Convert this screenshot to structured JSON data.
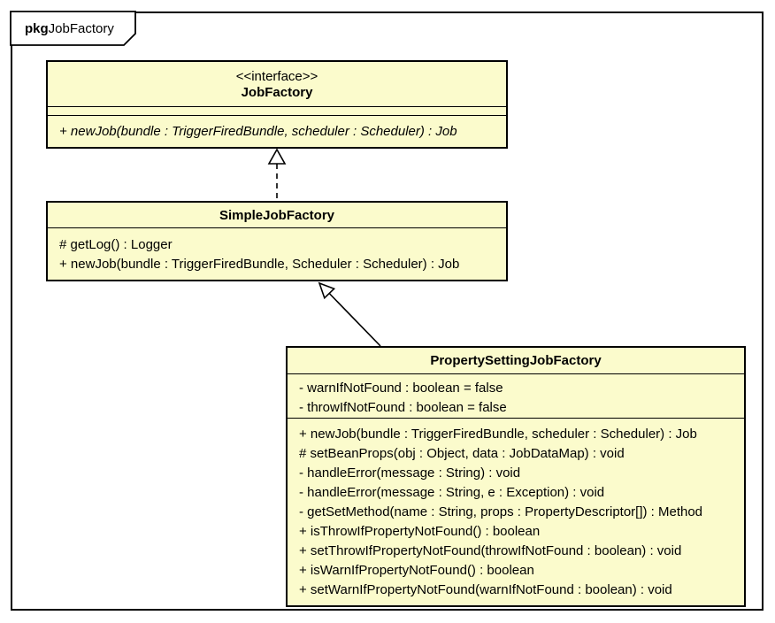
{
  "frame": {
    "keyword": "pkg",
    "name": "JobFactory"
  },
  "colors": {
    "class_fill": "#fbfbcc",
    "border": "#000000",
    "background": "#ffffff"
  },
  "classes": {
    "interface_class": {
      "stereotype": "<<interface>>",
      "name": "JobFactory",
      "attributes": [],
      "methods": [
        "+ newJob(bundle : TriggerFiredBundle, scheduler : Scheduler) : Job"
      ]
    },
    "simple_class": {
      "name": "SimpleJobFactory",
      "methods": [
        "# getLog() : Logger",
        "+ newJob(bundle : TriggerFiredBundle, Scheduler : Scheduler) : Job"
      ]
    },
    "property_class": {
      "name": "PropertySettingJobFactory",
      "attributes": [
        "- warnIfNotFound : boolean = false",
        "- throwIfNotFound : boolean = false"
      ],
      "methods": [
        "+ newJob(bundle : TriggerFiredBundle, scheduler : Scheduler) : Job",
        "# setBeanProps(obj : Object, data : JobDataMap) : void",
        "- handleError(message : String) : void",
        "- handleError(message : String, e : Exception) : void",
        "- getSetMethod(name : String, props : PropertyDescriptor[]) : Method",
        "+ isThrowIfPropertyNotFound() : boolean",
        "+ setThrowIfPropertyNotFound(throwIfNotFound : boolean) : void",
        "+ isWarnIfPropertyNotFound() : boolean",
        "+ setWarnIfPropertyNotFound(warnIfNotFound : boolean) : void"
      ]
    }
  },
  "relationships": [
    {
      "type": "realization",
      "from": "SimpleJobFactory",
      "to": "JobFactory"
    },
    {
      "type": "generalization",
      "from": "PropertySettingJobFactory",
      "to": "SimpleJobFactory"
    }
  ]
}
